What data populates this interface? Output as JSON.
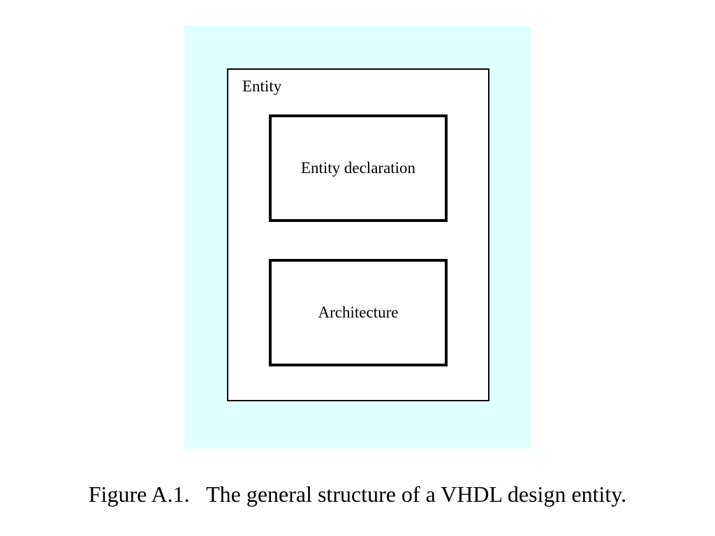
{
  "diagram": {
    "outer_box_label": "Entity",
    "inner_boxes": [
      {
        "label": "Entity declaration"
      },
      {
        "label": "Architecture"
      }
    ],
    "colors": {
      "panel_background": "#e0ffff",
      "box_border": "#000000",
      "box_fill": "#ffffff"
    }
  },
  "caption": "Figure A.1.   The general structure of a VHDL design entity."
}
